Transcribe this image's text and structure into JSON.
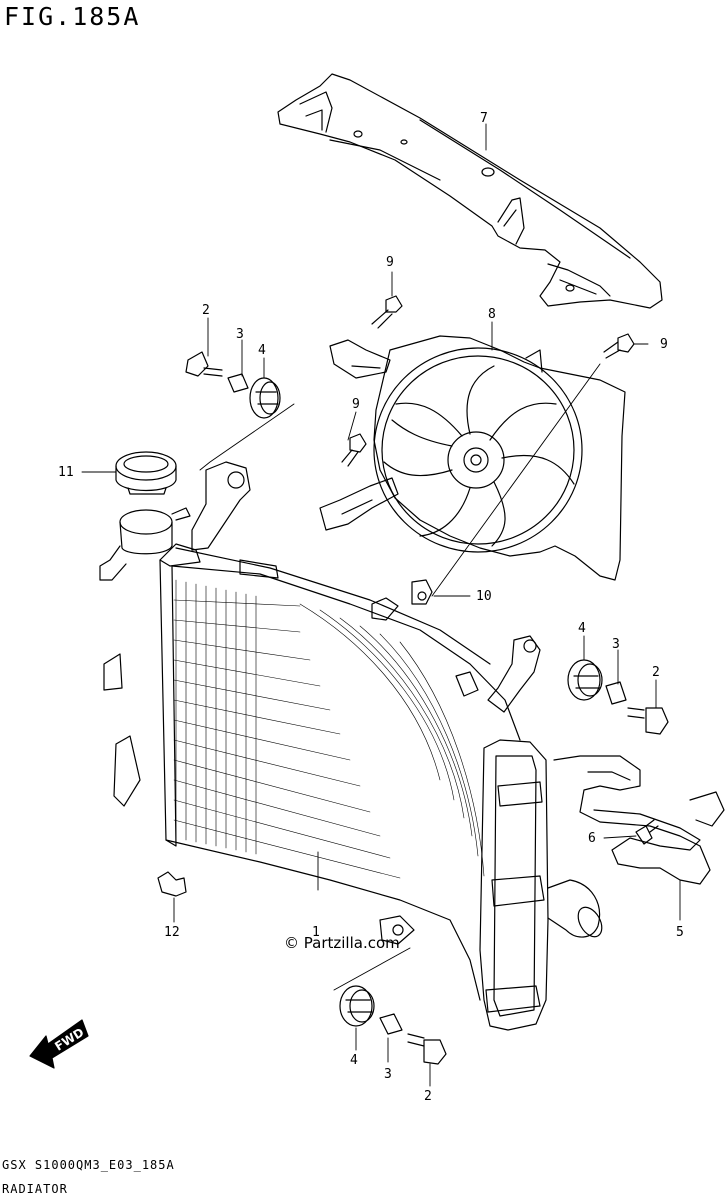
{
  "figure": {
    "title": "FIG.185A",
    "code": "GSX S1000QM3_E03_185A",
    "name": "RADIATOR",
    "watermark": "© Partzilla.com",
    "direction_label": "FWD"
  },
  "callouts": [
    {
      "id": "c7",
      "label": "7"
    },
    {
      "id": "c9a",
      "label": "9"
    },
    {
      "id": "c8",
      "label": "8"
    },
    {
      "id": "c9b",
      "label": "9"
    },
    {
      "id": "c9c",
      "label": "9"
    },
    {
      "id": "c2a",
      "label": "2"
    },
    {
      "id": "c3a",
      "label": "3"
    },
    {
      "id": "c4a",
      "label": "4"
    },
    {
      "id": "c11",
      "label": "11"
    },
    {
      "id": "c10",
      "label": "10"
    },
    {
      "id": "c4b",
      "label": "4"
    },
    {
      "id": "c3b",
      "label": "3"
    },
    {
      "id": "c2b",
      "label": "2"
    },
    {
      "id": "c6",
      "label": "6"
    },
    {
      "id": "c5",
      "label": "5"
    },
    {
      "id": "c1",
      "label": "1"
    },
    {
      "id": "c12",
      "label": "12"
    },
    {
      "id": "c4c",
      "label": "4"
    },
    {
      "id": "c3c",
      "label": "3"
    },
    {
      "id": "c2c",
      "label": "2"
    }
  ]
}
